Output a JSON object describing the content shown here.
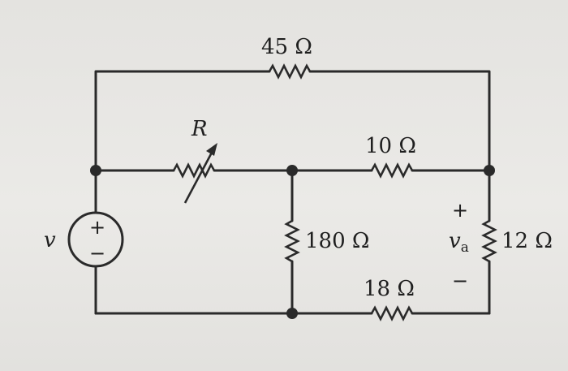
{
  "labels": {
    "r45": "45 Ω",
    "r_var": "R",
    "r10": "10 Ω",
    "r180": "180 Ω",
    "r18": "18 Ω",
    "r12": "12 Ω",
    "source": "v",
    "source_plus": "+",
    "source_minus": "−",
    "va_name": "v",
    "va_sub": "a",
    "va_plus": "+",
    "va_minus": "−"
  }
}
